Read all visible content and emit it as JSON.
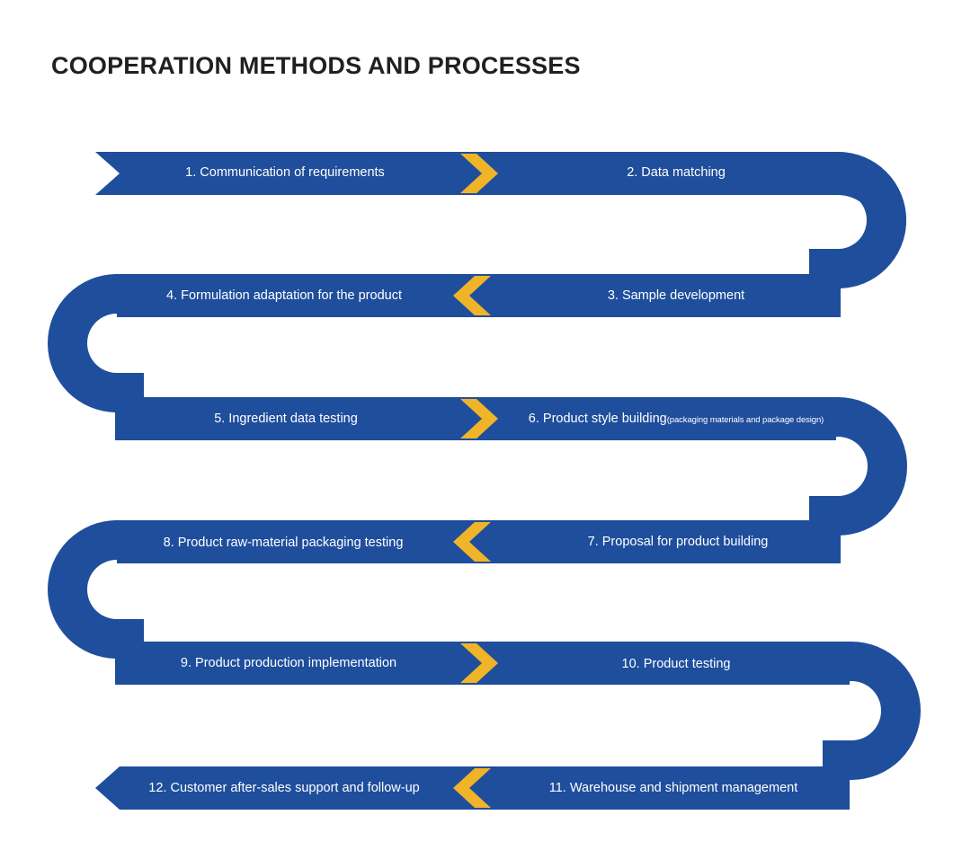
{
  "title": "COOPERATION METHODS AND PROCESSES",
  "colors": {
    "band": "#1F4E9C",
    "band_dark": "#1B4489",
    "chevron": "#F0B429",
    "background": "#FFFFFF",
    "title_text": "#231F20",
    "label_text": "#FFFFFF"
  },
  "flow": {
    "type": "serpentine-process",
    "direction_first_row": "left-to-right",
    "steps": [
      {
        "n": 1,
        "label": "1. Communication of requirements",
        "note": "",
        "row": 0,
        "side": "left",
        "direction": "right"
      },
      {
        "n": 2,
        "label": "2. Data matching",
        "note": "",
        "row": 0,
        "side": "right",
        "direction": "right"
      },
      {
        "n": 3,
        "label": "3. Sample development",
        "note": "",
        "row": 1,
        "side": "right",
        "direction": "left"
      },
      {
        "n": 4,
        "label": "4. Formulation adaptation for the product",
        "note": "",
        "row": 1,
        "side": "left",
        "direction": "left"
      },
      {
        "n": 5,
        "label": "5. Ingredient data testing",
        "note": "",
        "row": 2,
        "side": "left",
        "direction": "right"
      },
      {
        "n": 6,
        "label": "6. Product style building",
        "note": "(packaging materials and package design)",
        "row": 2,
        "side": "right",
        "direction": "right"
      },
      {
        "n": 7,
        "label": "7. Proposal for product  building",
        "note": "",
        "row": 3,
        "side": "right",
        "direction": "left"
      },
      {
        "n": 8,
        "label": "8. Product raw-material packaging testing",
        "note": "",
        "row": 3,
        "side": "left",
        "direction": "left"
      },
      {
        "n": 9,
        "label": "9. Product production implementation",
        "note": "",
        "row": 4,
        "side": "left",
        "direction": "right"
      },
      {
        "n": 10,
        "label": "10. Product testing",
        "note": "",
        "row": 4,
        "side": "right",
        "direction": "right"
      },
      {
        "n": 11,
        "label": "11. Warehouse and shipment management",
        "note": "",
        "row": 5,
        "side": "right",
        "direction": "left"
      },
      {
        "n": 12,
        "label": "12. Customer after-sales support and follow-up",
        "note": "",
        "row": 5,
        "side": "left",
        "direction": "left"
      }
    ],
    "chevrons": [
      {
        "row": 0,
        "direction": "right"
      },
      {
        "row": 1,
        "direction": "left"
      },
      {
        "row": 2,
        "direction": "right"
      },
      {
        "row": 3,
        "direction": "left"
      },
      {
        "row": 4,
        "direction": "right"
      },
      {
        "row": 5,
        "direction": "left"
      }
    ],
    "start_marker": "notched-tail",
    "end_marker": "arrow-head"
  }
}
